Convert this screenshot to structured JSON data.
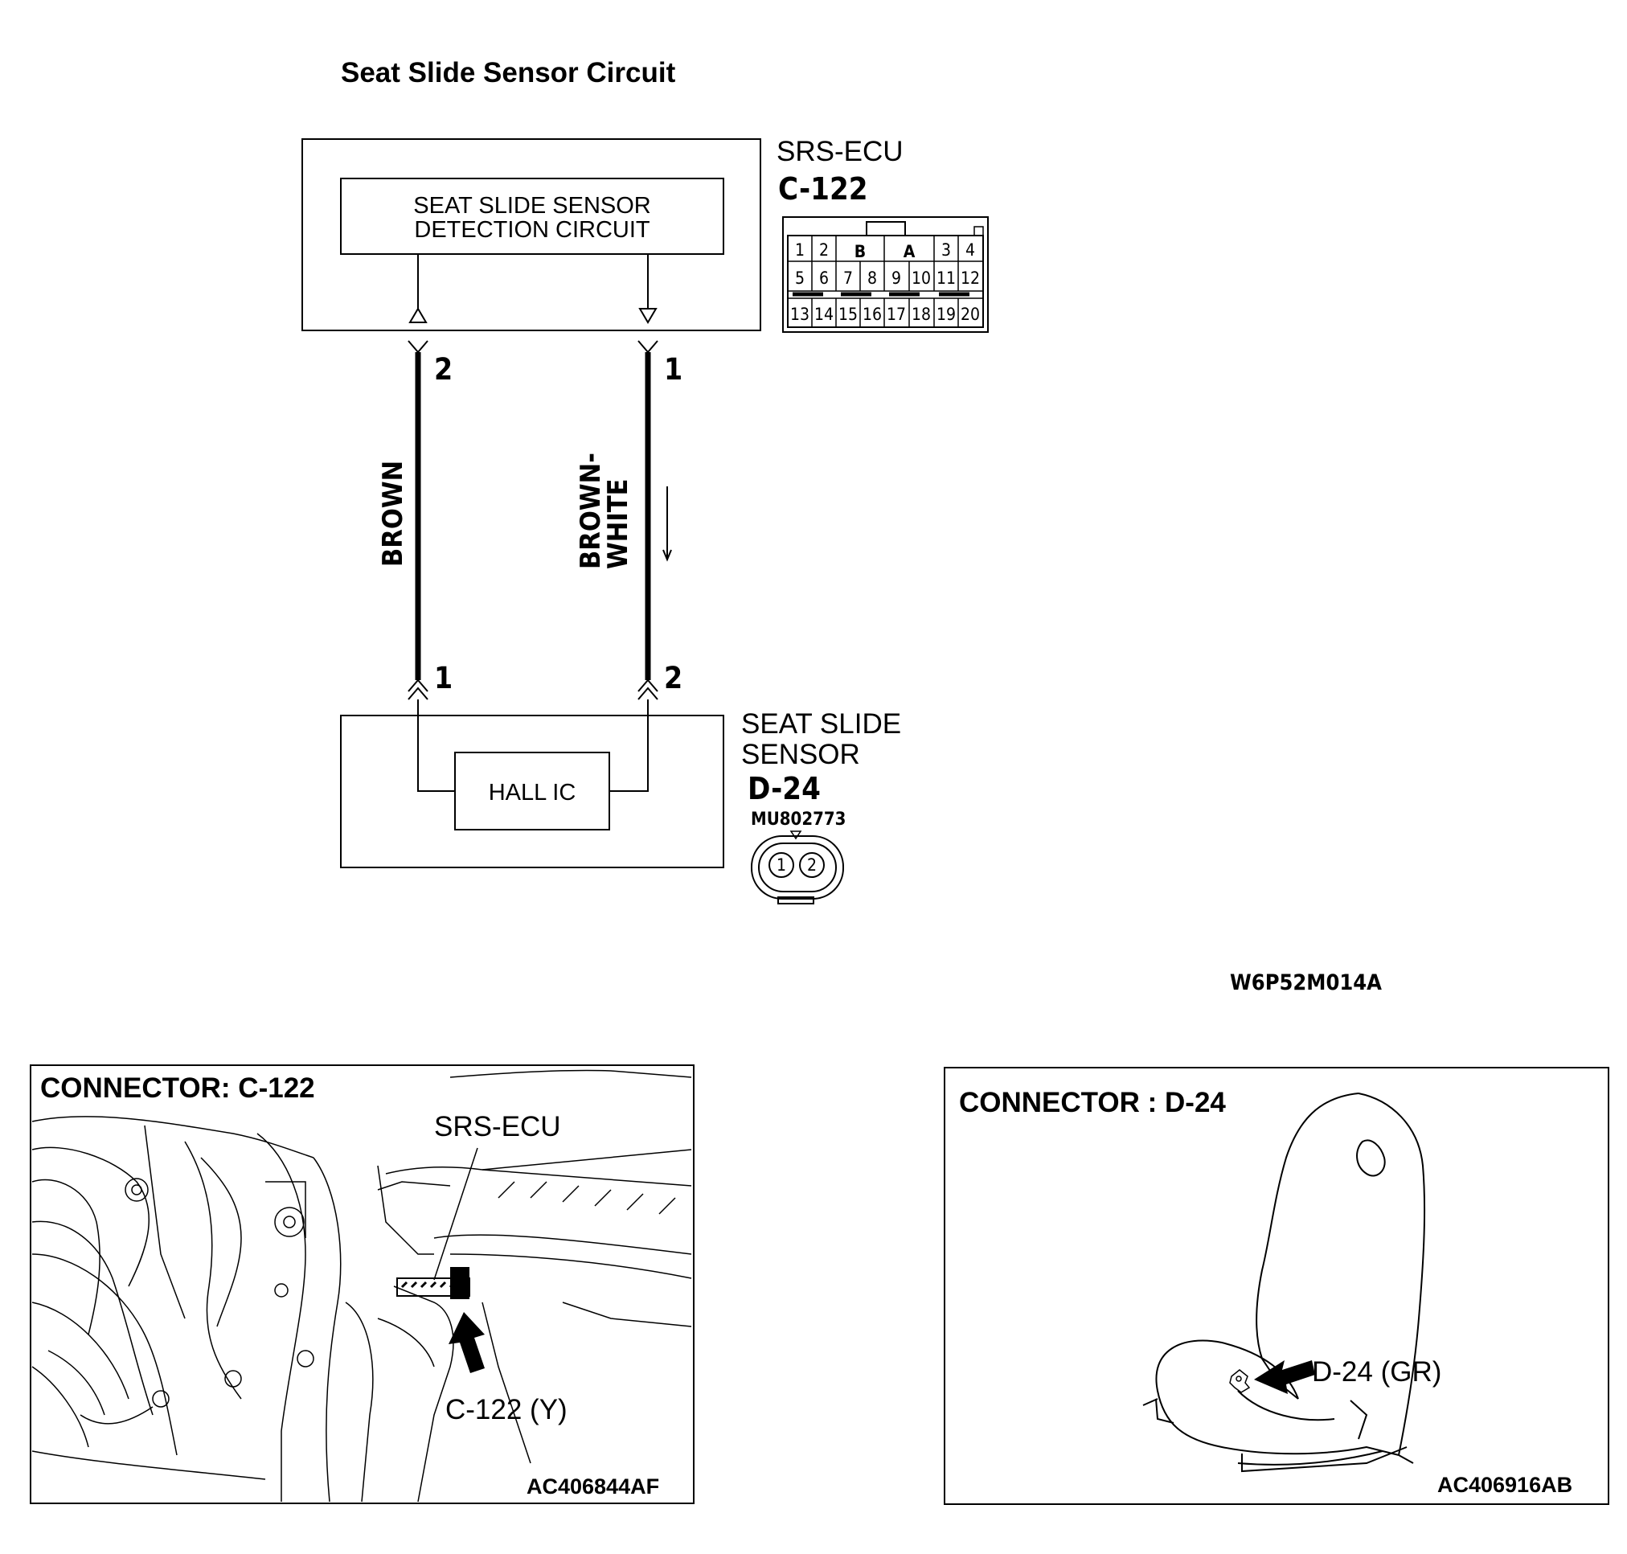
{
  "title": "Seat Slide Sensor Circuit",
  "ecu": {
    "name": "SRS-ECU",
    "connector": "C-122",
    "inner_box": [
      "SEAT SLIDE SENSOR",
      "DETECTION CIRCUIT"
    ],
    "connector_face": {
      "row1": [
        "1",
        "2",
        "B",
        "A",
        "3",
        "4"
      ],
      "row2": [
        "5",
        "6",
        "7",
        "8",
        "9",
        "10",
        "11",
        "12"
      ],
      "row3": [
        "13",
        "14",
        "15",
        "16",
        "17",
        "18",
        "19",
        "20"
      ]
    }
  },
  "wires": [
    {
      "color_label": "BROWN",
      "ecu_pin": "2",
      "sensor_pin": "1"
    },
    {
      "color_label": "BROWN-\nWHITE",
      "ecu_pin": "1",
      "sensor_pin": "2"
    }
  ],
  "sensor": {
    "name_line1": "SEAT SLIDE",
    "name_line2": "SENSOR",
    "connector": "D-24",
    "part_number": "MU802773",
    "inner_box": "HALL IC",
    "connector_face": [
      "1",
      "2"
    ]
  },
  "diagram_code": "W6P52M014A",
  "panels": [
    {
      "heading": "CONNECTOR: C-122",
      "callout": "SRS-ECU",
      "location_label": "C-122 (Y)",
      "code": "AC406844AF"
    },
    {
      "heading": "CONNECTOR : D-24",
      "location_label": "D-24 (GR)",
      "code": "AC406916AB"
    }
  ]
}
